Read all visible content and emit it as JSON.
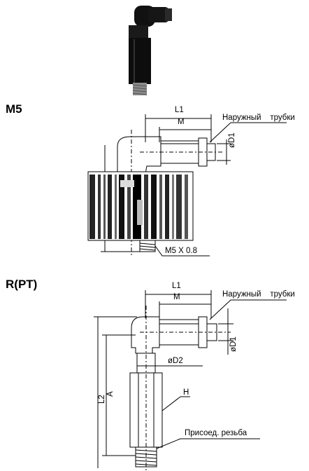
{
  "sections": {
    "m5": {
      "title": "M5",
      "labels": {
        "l1": "L1",
        "m": "M",
        "outer_tube": "Наружный    трубки",
        "d1": "øD1",
        "thread": "M5 X 0.8"
      }
    },
    "rpt": {
      "title": "R(PT)",
      "labels": {
        "l1": "L1",
        "m": "M",
        "outer_tube": "Наружный    трубки",
        "d1": "øD1",
        "d2": "øD2",
        "h": "H",
        "a": "A",
        "l2": "L2",
        "conn_thread": "Присоед. резьба"
      }
    }
  },
  "colors": {
    "ink": "#000000",
    "body_dark": "#111111",
    "chrome": "#8a8a8a"
  }
}
